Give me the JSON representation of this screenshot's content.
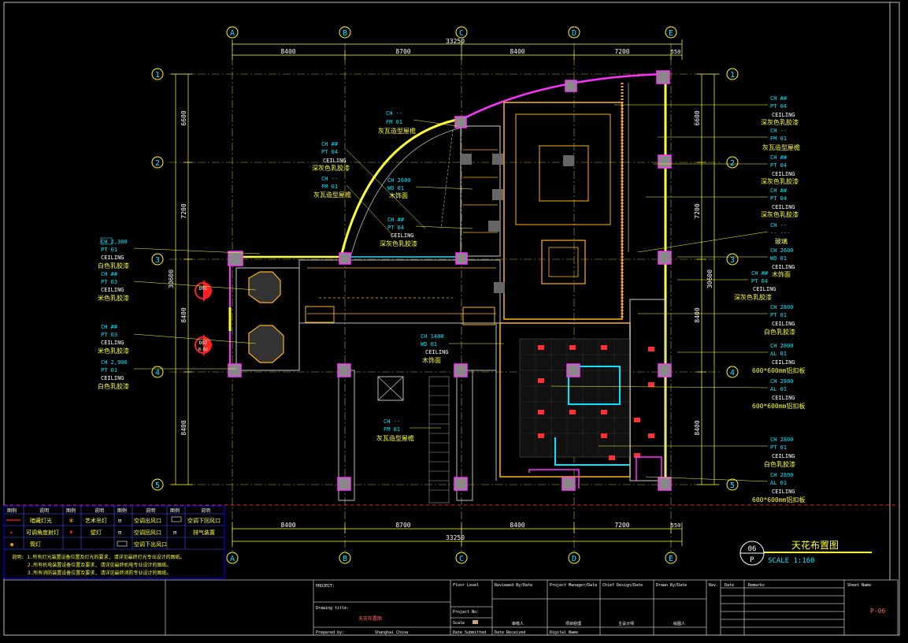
{
  "grid": {
    "columns": [
      "A",
      "B",
      "C",
      "D",
      "E"
    ],
    "rows": [
      "1",
      "2",
      "3",
      "4",
      "5"
    ],
    "col_spacing": [
      "8400",
      "8700",
      "8400",
      "7200",
      "550"
    ],
    "col_total": "33250",
    "row_left_spacing": [
      "6600",
      "7200",
      "8400",
      "8400"
    ],
    "row_left_total": "30600",
    "row_right_spacing": [
      "6600",
      "7200",
      "8400",
      "8400"
    ],
    "row_right_total": "30600"
  },
  "tags": {
    "ceiling": "CEILING",
    "ch_na": "CH ##",
    "ch_dash": "CH --",
    "ch_2300": "CH 2,300",
    "ch_2900": "CH 2,900",
    "ch_2600": "CH 2600",
    "ch_1400": "CH 1400",
    "ch_2800": "CH 2800",
    "pt1": "PT 01",
    "pt3": "PT 03",
    "pt4": "PT 04",
    "fm1": "FM 01",
    "wd1": "WD 01",
    "al1": "AL 01",
    "dashes": "-- ---"
  },
  "materials": {
    "white_latex": "白色乳胶漆",
    "beige_latex": "米色乳胶漆",
    "dark_grey_latex": "深灰色乳胶漆",
    "grey_tile": "灰瓦造型屋檐",
    "wood_veneer": "木饰面",
    "metal_panel": "600*600mm铝扣板",
    "glass": "玻璃"
  },
  "markers": {
    "d01": "D01",
    "d02": "D02",
    "b02": "B-02"
  },
  "legend": {
    "headers": [
      "图例",
      "说明",
      "图例",
      "说明",
      "图例",
      "说明",
      "图例",
      "说明"
    ],
    "items": [
      "暗藏灯光",
      "艺术吊灯",
      "空调出风口",
      "空调下回风口",
      "可调角度射灯",
      "壁灯",
      "空调回风口",
      "排气装置",
      "筒灯",
      "空调下出风口"
    ],
    "notes": [
      "说明: 1.所有灯光装置设备位置及灯光的要求, 请详见最终灯光专业设计的图纸。",
      "2.所有机电装置设备位置及要求, 请详见最终机电专业设计的图纸。",
      "3.所有消防装置设备位置及要求, 请详见最终消防专业设计的图纸。"
    ]
  },
  "title_badge": {
    "number": "06",
    "letter": "P",
    "title": "天花布置图",
    "scale": "SCALE 1:160"
  },
  "title_block": {
    "project_label": "PROJECT:",
    "drawing_title_label": "Drawing title:",
    "drawing_title_value": "天花布置图",
    "prepared_by_label": "Prepared by:",
    "prepared_by_value": "Shanghai China",
    "floor_level": "Floor Level",
    "reviewed": "Reviewed By/Date",
    "project_manager": "Project Manager/Date",
    "chief_design": "Chief Design/Date",
    "drawn_by": "Drawn By/Date",
    "rev": "Rev.",
    "date": "Date",
    "remarks": "Remarks",
    "sheet_name": "Sheet Name",
    "project_no": "Project No:",
    "scale": "Scale",
    "date_submitted": "Date Submitted",
    "date_received": "Date Received",
    "digital_name": "Digital Name",
    "sig_reviewer": "审核人",
    "sig_manager": "项目经理",
    "sig_chief": "主设计师",
    "sig_drawer": "绘图人",
    "sheet_id": "P-06"
  },
  "colors": {
    "yellow": "#ffff33",
    "cyan": "#00e5ff",
    "magenta": "#ff33ff",
    "orange": "#ffb21e",
    "red": "#ff2020",
    "grey": "#888888"
  }
}
